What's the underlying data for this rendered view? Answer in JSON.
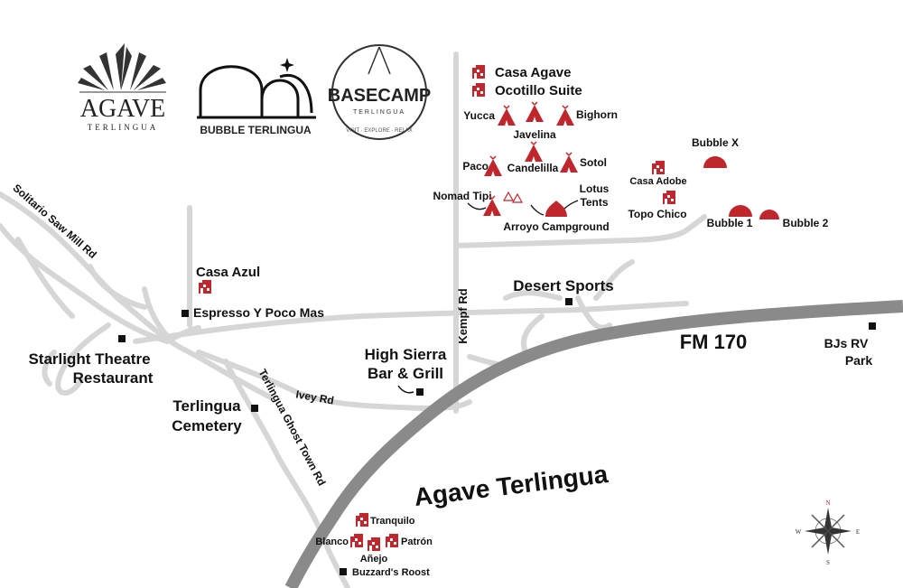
{
  "colors": {
    "accent": "#c0272d",
    "highway": "#808080",
    "road": "#d6d6d6",
    "marker": "#111111"
  },
  "logos": {
    "agave": {
      "name": "AGAVE",
      "sub": "TERLINGUA"
    },
    "bubble": {
      "name": "BUBBLE TERLINGUA"
    },
    "basecamp": {
      "name": "BASECAMP",
      "sub": "TERLINGUA",
      "tagline": "VISIT · EXPLORE · RELAX"
    }
  },
  "roads": {
    "fm170": "FM 170",
    "kempf": "Kempf Rd",
    "solitario": "Solitario Saw Mill Rd",
    "ghost_town": "Terlingua Ghost Town Rd",
    "ivey": "Ivey Rd"
  },
  "title": "Agave Terlingua",
  "places": {
    "casa_azul": "Casa Azul",
    "espresso": "Espresso Y Poco Mas",
    "starlight_1": "Starlight Theatre",
    "starlight_2": "Restaurant",
    "high_sierra_1": "High Sierra",
    "high_sierra_2": "Bar & Grill",
    "cemetery_1": "Terlingua",
    "cemetery_2": "Cemetery",
    "desert_sports": "Desert Sports",
    "bjs_1": "BJs RV",
    "bjs_2": "Park",
    "tranquilo": "Tranquilo",
    "blanco": "Blanco",
    "anejo": "Añejo",
    "patron": "Patrón",
    "buzzards": "Buzzard's Roost"
  },
  "basecamp_sites": {
    "casa_agave": "Casa Agave",
    "ocotillo": "Ocotillo Suite",
    "yucca": "Yucca",
    "bighorn": "Bighorn",
    "javelina": "Javelina",
    "paco": "Paco",
    "candelilla": "Candelilla",
    "sotol": "Sotol",
    "nomad": "Nomad Tipi",
    "lotus_1": "Lotus",
    "lotus_2": "Tents",
    "arroyo": "Arroyo Campground",
    "casa_adobe": "Casa Adobe",
    "topo_chico": "Topo Chico",
    "bubble_x": "Bubble X",
    "bubble_1": "Bubble 1",
    "bubble_2": "Bubble 2"
  },
  "compass": {
    "n": "N",
    "s": "S",
    "e": "E",
    "w": "W"
  }
}
